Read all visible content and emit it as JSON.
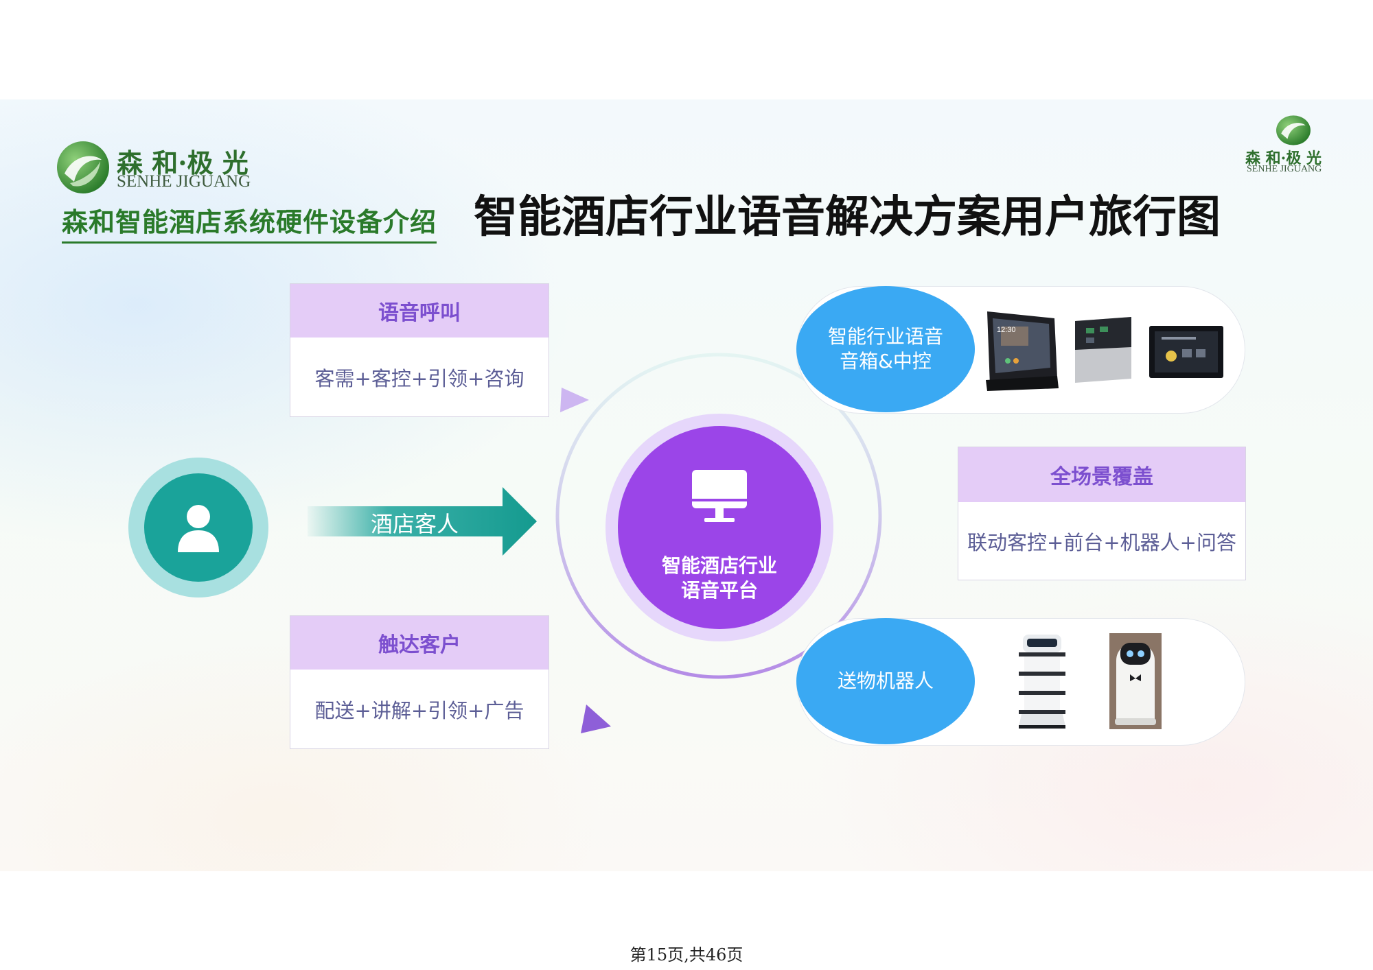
{
  "logo": {
    "name": "森 和·极 光",
    "sub": "SENHE JIGUANG"
  },
  "header": {
    "subtitle": "森和智能酒店系统硬件设备介绍",
    "title": "智能酒店行业语音解决方案用户旅行图"
  },
  "guest": {
    "label": "酒店客人"
  },
  "cards": {
    "voice_call": {
      "title": "语音呼叫",
      "body": "客需+客控+引领+咨询"
    },
    "reach": {
      "title": "触达客户",
      "body": "配送+讲解+引领+广告"
    },
    "coverage": {
      "title": "全场景覆盖",
      "body": "联动客控+前台+机器人+问答"
    }
  },
  "center": {
    "line1": "智能酒店行业",
    "line2": "语音平台"
  },
  "devices": {
    "speaker": {
      "line1": "智能行业语音",
      "line2": "音箱&中控",
      "screen_time": "12:30"
    },
    "robot": {
      "label": "送物机器人"
    }
  },
  "footer": {
    "page": "第15页,共46页"
  },
  "colors": {
    "brand_green": "#2e6f2d",
    "teal": "#1aa39a",
    "purple": "#9b45e8",
    "lavender": "#e4ccf7",
    "blue": "#3aa9f3"
  }
}
